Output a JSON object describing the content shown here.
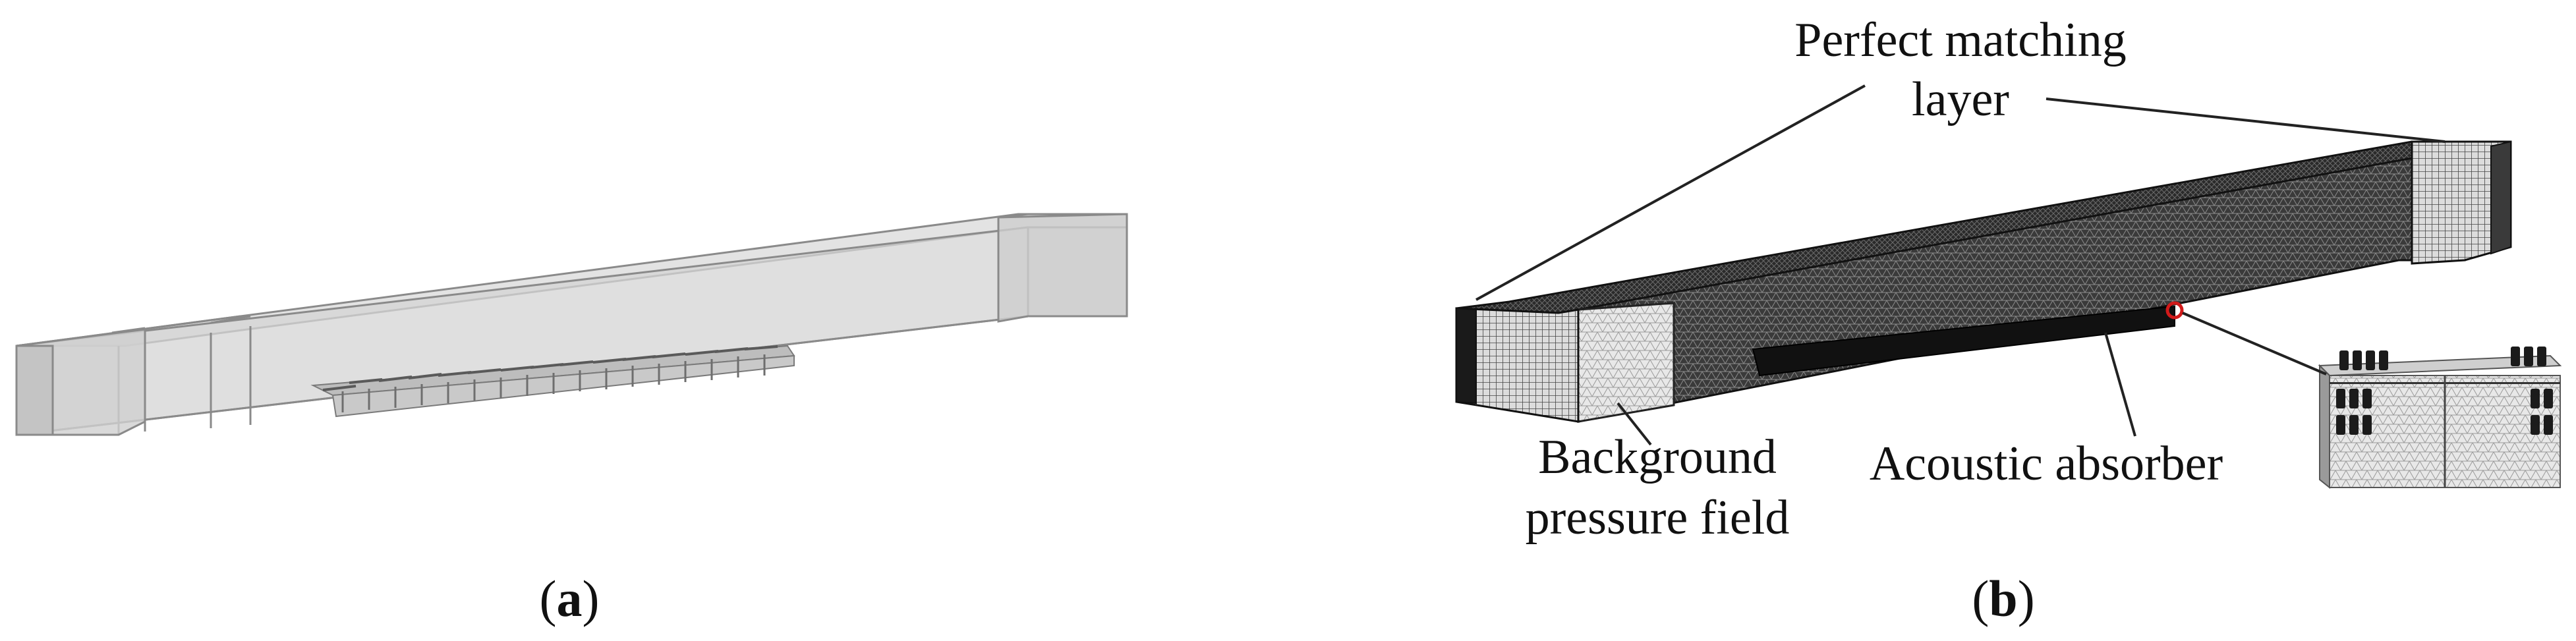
{
  "panel_a": {
    "caption_open": "(",
    "caption_letter": "a",
    "caption_close": ")"
  },
  "panel_b": {
    "caption_open": "(",
    "caption_letter": "b",
    "caption_close": ")",
    "labels": {
      "pml_line1": "Perfect matching",
      "pml_line2": "layer",
      "background_line1": "Background",
      "background_line2": "pressure field",
      "absorber": "Acoustic absorber"
    }
  },
  "colors": {
    "wireframe_fill": "#d9d9d9",
    "wireframe_stroke": "#8a8a8a",
    "mesh_dark": "#1a1a1a",
    "mesh_mid": "#555555",
    "highlight_ring": "#d11a1a"
  }
}
